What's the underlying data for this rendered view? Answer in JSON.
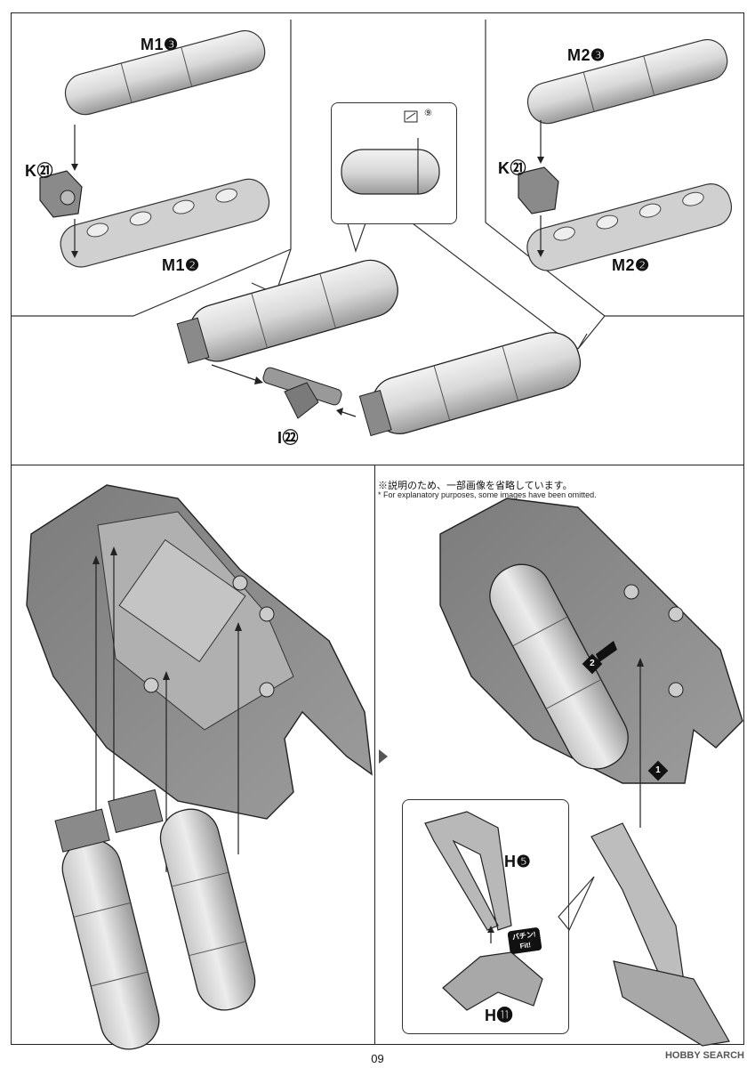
{
  "labels": {
    "m1_3": "M1❸",
    "k21_left": "K㉑",
    "m1_2": "M1❷",
    "m2_3": "M2❸",
    "k21_right": "K㉑",
    "m2_2": "M2❷",
    "i22": "I㉒",
    "h5": "H❺",
    "h11": "H⓫",
    "detail_code": "⑨"
  },
  "note": {
    "jp": "※説明のため、一部画像を省略しています。",
    "en": "* For explanatory purposes, some images have been omitted."
  },
  "fit_badge": {
    "line1": "バチン!",
    "line2": "Fit!"
  },
  "steps": {
    "one": "1",
    "two": "2"
  },
  "page_number": "09",
  "watermark": "HOBBY SEARCH"
}
